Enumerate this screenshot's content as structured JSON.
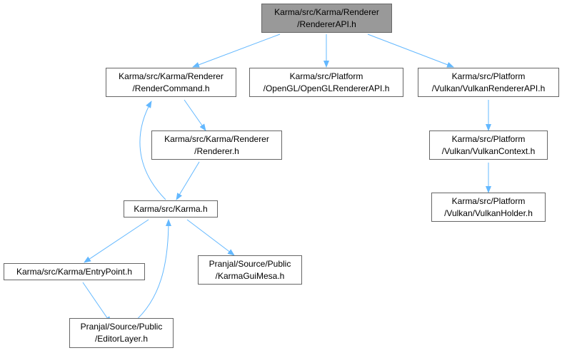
{
  "colors": {
    "edge": "#63b8ff",
    "border": "#666666",
    "root_fill": "#999999"
  },
  "nodes": {
    "renderer_api": {
      "line1": "Karma/src/Karma/Renderer",
      "line2": "/RendererAPI.h"
    },
    "render_command": {
      "line1": "Karma/src/Karma/Renderer",
      "line2": "/RenderCommand.h"
    },
    "opengl_renderer_api": {
      "line1": "Karma/src/Platform",
      "line2": "/OpenGL/OpenGLRendererAPI.h"
    },
    "vulkan_renderer_api": {
      "line1": "Karma/src/Platform",
      "line2": "/Vulkan/VulkanRendererAPI.h"
    },
    "renderer": {
      "line1": "Karma/src/Karma/Renderer",
      "line2": "/Renderer.h"
    },
    "vulkan_context": {
      "line1": "Karma/src/Platform",
      "line2": "/Vulkan/VulkanContext.h"
    },
    "karma": {
      "line1": "Karma/src/Karma.h"
    },
    "vulkan_holder": {
      "line1": "Karma/src/Platform",
      "line2": "/Vulkan/VulkanHolder.h"
    },
    "entry_point": {
      "line1": "Karma/src/Karma/EntryPoint.h"
    },
    "karma_gui_mesa": {
      "line1": "Pranjal/Source/Public",
      "line2": "/KarmaGuiMesa.h"
    },
    "editor_layer": {
      "line1": "Pranjal/Source/Public",
      "line2": "/EditorLayer.h"
    }
  }
}
